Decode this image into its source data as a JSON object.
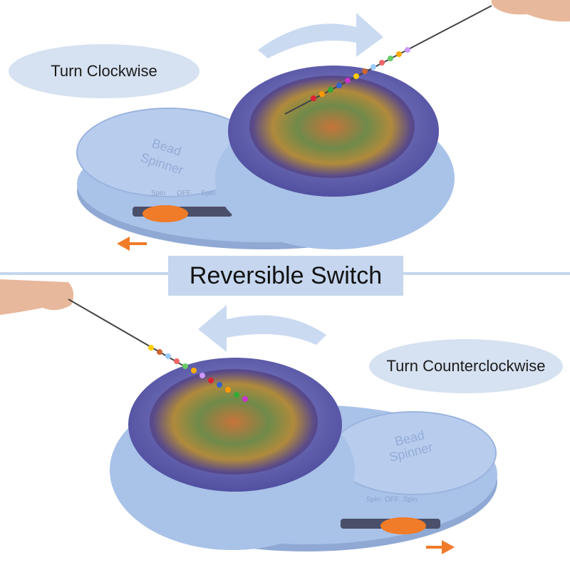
{
  "labels": {
    "clockwise": "Turn Clockwise",
    "counterclockwise": "Turn Counterclockwise",
    "banner": "Reversible Switch"
  },
  "device": {
    "lid_text_line1": "Bead",
    "lid_text_line2": "Spinner",
    "switch_marks": [
      "Spin",
      "OFF",
      "Spin"
    ]
  },
  "colors": {
    "device_body": "#a9c2e8",
    "device_shadow": "#8fa9d4",
    "pill_bg": "#d6e1f1",
    "banner_bg": "#c5d6ee",
    "arrow_light": "#c7d8f0",
    "switch_knob": "#f07b28",
    "direction_arrow": "#f07b28",
    "bowl_rim": "#5a53a8"
  }
}
